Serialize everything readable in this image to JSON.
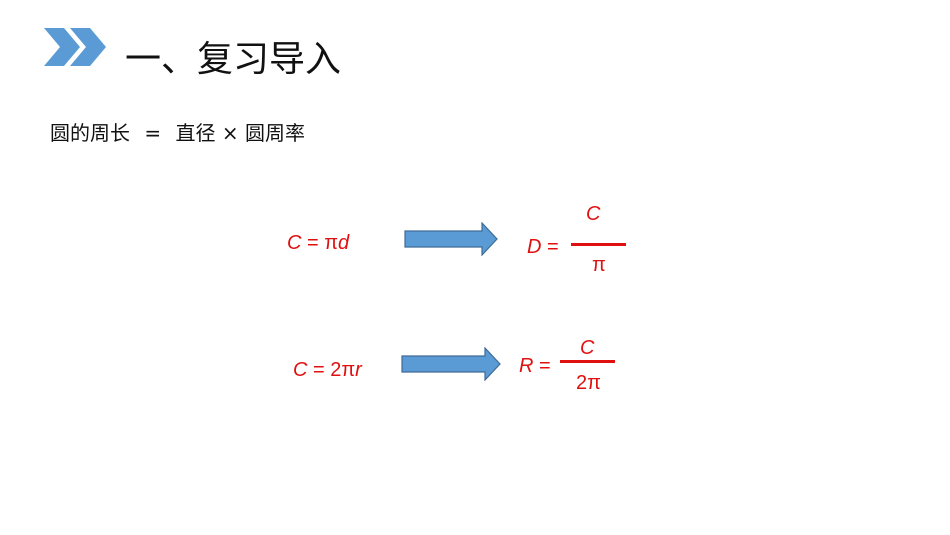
{
  "slide": {
    "title": "一、复习导入",
    "formula_words": {
      "left": "圆的周长",
      "eq": "=",
      "diameter": "直径",
      "times": "×",
      "pi": "圆周率"
    },
    "row1": {
      "C": "C",
      "eq_pi": " = π",
      "d": "d",
      "D": "D",
      "eq": " =",
      "numerator": "C",
      "denominator": "π"
    },
    "row2": {
      "C": "C",
      "eq_2pi": " = 2π",
      "r": "r",
      "R": "R",
      "eq": " =",
      "numerator": "C",
      "denominator": "2π"
    }
  },
  "colors": {
    "accent_blue": "#5b9bd5",
    "formula_red": "#e01010"
  }
}
